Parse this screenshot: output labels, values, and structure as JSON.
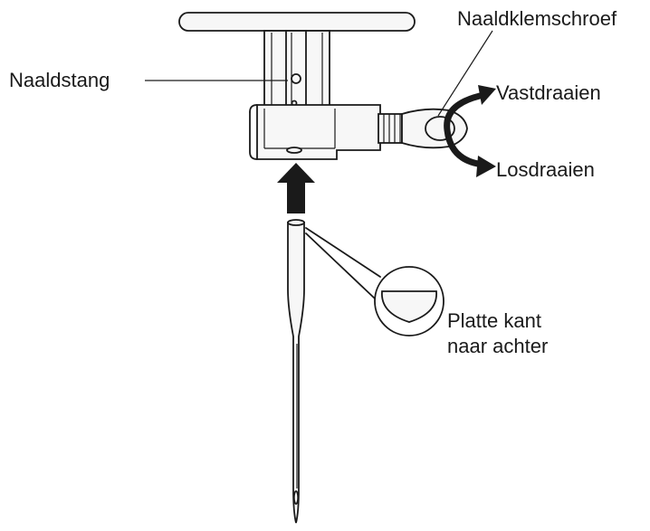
{
  "labels": {
    "needle_bar": "Naaldstang",
    "needle_clamp_screw": "Naaldklemschroef",
    "tighten": "Vastdraaien",
    "loosen": "Losdraaien",
    "flat_side_line1": "Platte kant",
    "flat_side_line2": "naar achter"
  },
  "colors": {
    "ink": "#1a1a1a",
    "metal_fill": "#f7f7f7",
    "background": "#ffffff"
  },
  "icons": {
    "insert_arrow": "arrow-up-icon",
    "rotation_arrow": "curved-rotation-arrows-icon"
  }
}
